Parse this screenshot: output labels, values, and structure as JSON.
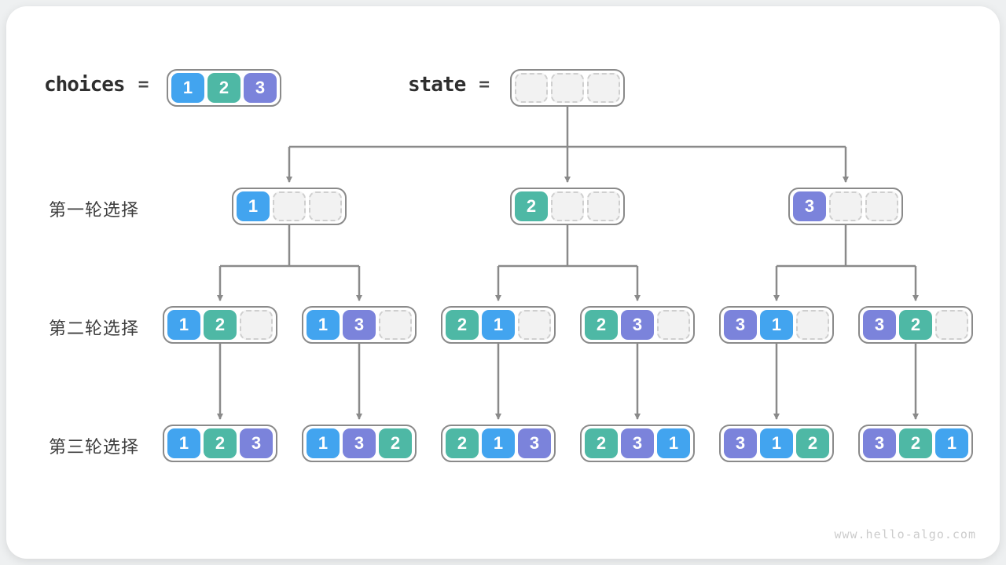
{
  "legend": {
    "choices": {
      "label": "choices",
      "equals": "=",
      "values": [
        1,
        2,
        3
      ]
    },
    "state": {
      "label": "state",
      "equals": "=",
      "values": [
        null,
        null,
        null
      ]
    }
  },
  "rows": [
    {
      "label": "第一轮选择",
      "boxes": [
        [
          1,
          null,
          null
        ],
        [
          2,
          null,
          null
        ],
        [
          3,
          null,
          null
        ]
      ]
    },
    {
      "label": "第二轮选择",
      "boxes": [
        [
          1,
          2,
          null
        ],
        [
          1,
          3,
          null
        ],
        [
          2,
          1,
          null
        ],
        [
          2,
          3,
          null
        ],
        [
          3,
          1,
          null
        ],
        [
          3,
          2,
          null
        ]
      ]
    },
    {
      "label": "第三轮选择",
      "boxes": [
        [
          1,
          2,
          3
        ],
        [
          1,
          3,
          2
        ],
        [
          2,
          1,
          3
        ],
        [
          2,
          3,
          1
        ],
        [
          3,
          1,
          2
        ],
        [
          3,
          2,
          1
        ]
      ]
    }
  ],
  "colors": {
    "1": "#42A4EF",
    "2": "#4EB8A5",
    "3": "#7B83DB",
    "box_border": "#8A8A8A",
    "connector": "#8A8A8A",
    "empty_bg": "#F2F2F2",
    "empty_border": "#CFCFCF"
  },
  "watermark": "www.hello-algo.com"
}
